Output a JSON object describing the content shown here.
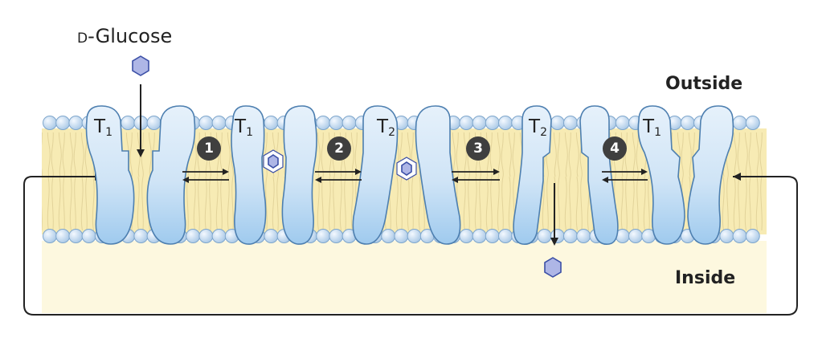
{
  "labels": {
    "glucose_prefix": "D",
    "glucose_rest": "-Glucose",
    "outside": "Outside",
    "inside": "Inside"
  },
  "transporters": [
    {
      "base": "T",
      "sub": "1"
    },
    {
      "base": "T",
      "sub": "1"
    },
    {
      "base": "T",
      "sub": "2"
    },
    {
      "base": "T",
      "sub": "2"
    },
    {
      "base": "T",
      "sub": "1"
    }
  ],
  "steps": [
    "1",
    "2",
    "3",
    "4"
  ],
  "colors": {
    "membrane": "#f7ebb4",
    "lipid_head": "#c9dff2",
    "protein": "#cfe4f6",
    "glucose": "#aeb6e6",
    "inside_bg": "#fdf8de"
  }
}
